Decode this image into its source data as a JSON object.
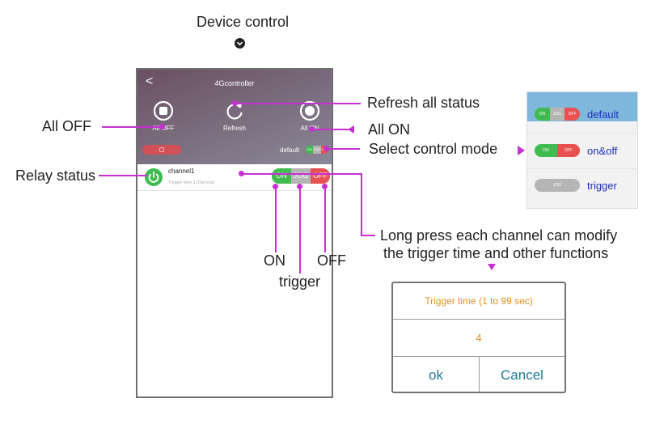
{
  "annotations": {
    "device_control": "Device control",
    "refresh_all_status": "Refresh  all status",
    "all_off": "All OFF",
    "all_on": "All ON",
    "select_control_mode": "Select control mode",
    "relay_status": "Relay status",
    "long_press_line1": "Long press each channel can  modify",
    "long_press_line2": "the trigger time and other functions",
    "on": "ON",
    "off": "OFF",
    "trigger": "trigger"
  },
  "phone": {
    "back": "<",
    "title": "4Gcontroller",
    "all_off_label": "All OFF",
    "refresh_label": "Refresh",
    "all_on_label": "All ON",
    "mode_label": "default",
    "mini_toggle": {
      "on": "ON",
      "jog": "JOG",
      "off": "OFF"
    },
    "channel": {
      "name": "channel1",
      "trigger_time": "Trigger time:1.0Second",
      "buttons": {
        "on": "ON",
        "jog": "JOG",
        "off": "OFF"
      }
    }
  },
  "mode_panel": {
    "modes": [
      {
        "label": "default",
        "toggle": [
          "ON",
          "JOG",
          "OFF"
        ]
      },
      {
        "label": "on&off",
        "toggle": [
          "ON",
          "OFF"
        ]
      },
      {
        "label": "trigger",
        "toggle": [
          "JOG"
        ]
      }
    ]
  },
  "dialog": {
    "title": "Trigger time (1 to 99 sec)",
    "value": "4",
    "ok": "ok",
    "cancel": "Cancel"
  },
  "colors": {
    "accent_magenta": "#c72fd1",
    "on_green": "#3fbb4f",
    "off_red": "#e8514f",
    "jog_gray": "#b5b5b5",
    "mode_text_blue": "#1d2fbf",
    "dialog_title_orange": "#e8901f",
    "dialog_button_teal": "#1e7a96"
  },
  "icons": [
    "chevron-down-circle-icon",
    "back-chevron-icon",
    "stop-icon",
    "refresh-icon",
    "record-icon",
    "power-icon",
    "lock-icon"
  ]
}
